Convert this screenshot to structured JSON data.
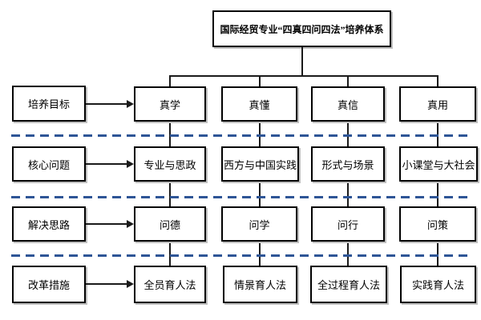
{
  "title": "国际经贸专业“四真四问四法”培养体系",
  "colors": {
    "dashed_line": "#2E5596",
    "box_border": "#000000",
    "line": "#1a1a1a"
  },
  "rows": [
    {
      "label": "培养目标",
      "items": [
        "真学",
        "真懂",
        "真信",
        "真用"
      ]
    },
    {
      "label": "核心问题",
      "items": [
        "专业与思政",
        "西方与中国实践",
        "形式与场景",
        "小课堂与大社会"
      ]
    },
    {
      "label": "解决思路",
      "items": [
        "问德",
        "问学",
        "问行",
        "问策"
      ]
    },
    {
      "label": "改革措施",
      "items": [
        "全员育人法",
        "情景育人法",
        "全过程育人法",
        "实践育人法"
      ]
    }
  ]
}
